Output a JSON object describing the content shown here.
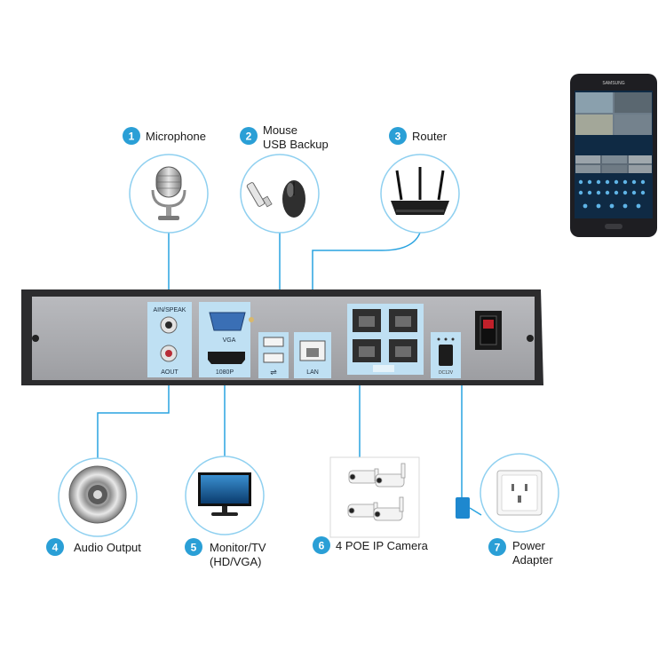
{
  "components": [
    {
      "num": "1",
      "label_lines": [
        "Microphone"
      ]
    },
    {
      "num": "2",
      "label_lines": [
        "Mouse",
        "USB Backup"
      ]
    },
    {
      "num": "3",
      "label_lines": [
        "Router"
      ]
    },
    {
      "num": "4",
      "label_lines": [
        "Audio Output"
      ]
    },
    {
      "num": "5",
      "label_lines": [
        "Monitor/TV",
        "(HD/VGA)"
      ]
    },
    {
      "num": "6",
      "label_lines": [
        "4 POE IP Camera"
      ]
    },
    {
      "num": "7",
      "label_lines": [
        "Power",
        "Adapter"
      ]
    }
  ],
  "nvr_ports": {
    "ain": "AIN/SPEAK",
    "aout": "AOUT",
    "vga": "VGA",
    "hdmi": "1080P",
    "lan": "LAN",
    "dc": "DC12V"
  },
  "phone": {
    "brand": "SAMSUNG"
  },
  "colors": {
    "accent": "#2a9fd6",
    "line": "#29a3e0",
    "panel": "#a9aaae",
    "chassis": "#2c2c2e",
    "port_bg": "#bfe0f3"
  }
}
